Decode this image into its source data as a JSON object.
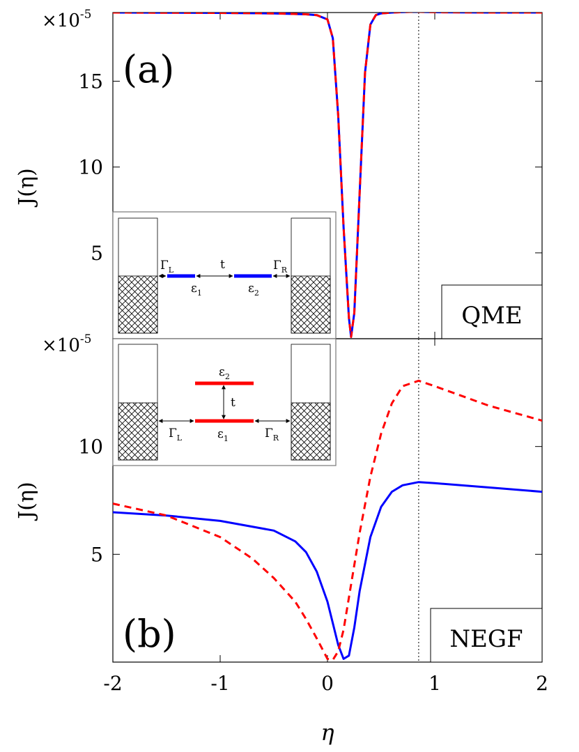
{
  "chart_data": [
    {
      "panel": "(a)",
      "type": "line",
      "ylabel": "J(η)",
      "y_exponent": "×10",
      "y_exponent_power": "-5",
      "yticks": [
        "5",
        "10",
        "15"
      ],
      "ylim": [
        0,
        19
      ],
      "xlim": [
        -2,
        2
      ],
      "label": "QME",
      "series": [
        {
          "color": "#0000ff",
          "style": "solid",
          "x": [
            -2,
            -1,
            -0.5,
            -0.2,
            -0.1,
            0,
            0.05,
            0.1,
            0.15,
            0.2,
            0.22,
            0.25,
            0.3,
            0.35,
            0.4,
            0.45,
            0.5,
            0.6,
            0.8,
            1,
            1.5,
            2
          ],
          "y": [
            19,
            18.98,
            18.95,
            18.9,
            18.85,
            18.6,
            17.5,
            13.0,
            6.5,
            1.2,
            0.1,
            1.5,
            8.5,
            15.5,
            18.3,
            18.85,
            18.95,
            19.0,
            19.05,
            19.02,
            19.0,
            19.0
          ]
        },
        {
          "color": "#ff0000",
          "style": "dashed",
          "x": [
            -2,
            -1,
            -0.5,
            -0.2,
            -0.1,
            0,
            0.05,
            0.1,
            0.15,
            0.2,
            0.22,
            0.25,
            0.3,
            0.35,
            0.4,
            0.45,
            0.5,
            0.6,
            0.8,
            1,
            1.5,
            2
          ],
          "y": [
            19,
            18.98,
            18.95,
            18.9,
            18.85,
            18.6,
            17.5,
            13.0,
            6.5,
            1.2,
            0.1,
            1.5,
            8.5,
            15.5,
            18.3,
            18.85,
            18.95,
            19.0,
            19.05,
            19.02,
            19.0,
            19.0
          ]
        }
      ]
    },
    {
      "panel": "(b)",
      "type": "line",
      "ylabel": "J(η)",
      "xlabel": "η",
      "y_exponent": "×10",
      "y_exponent_power": "-5",
      "xticks": [
        "-2",
        "-1",
        "0",
        "1",
        "2"
      ],
      "yticks": [
        "5",
        "10"
      ],
      "ylim": [
        0,
        15
      ],
      "xlim": [
        -2,
        2
      ],
      "label": "NEGF",
      "series": [
        {
          "color": "#0000ff",
          "style": "solid",
          "x": [
            -2,
            -1.5,
            -1,
            -0.5,
            -0.3,
            -0.2,
            -0.1,
            0,
            0.05,
            0.1,
            0.15,
            0.2,
            0.25,
            0.3,
            0.4,
            0.5,
            0.6,
            0.7,
            0.85,
            1,
            1.5,
            2
          ],
          "y": [
            6.95,
            6.8,
            6.55,
            6.1,
            5.6,
            5.1,
            4.2,
            2.8,
            1.8,
            0.8,
            0.15,
            0.3,
            1.6,
            3.3,
            5.8,
            7.2,
            7.9,
            8.2,
            8.35,
            8.3,
            8.1,
            7.9
          ]
        },
        {
          "color": "#ff0000",
          "style": "dashed",
          "x": [
            -2,
            -1.5,
            -1,
            -0.7,
            -0.5,
            -0.3,
            -0.2,
            -0.1,
            0,
            0.05,
            0.1,
            0.15,
            0.2,
            0.3,
            0.4,
            0.5,
            0.6,
            0.7,
            0.85,
            1,
            1.5,
            2
          ],
          "y": [
            7.35,
            6.8,
            5.8,
            4.8,
            3.9,
            2.8,
            2.0,
            1.1,
            0.15,
            0.1,
            0.5,
            1.5,
            3.0,
            6.0,
            8.6,
            10.6,
            12.0,
            12.8,
            13.05,
            12.8,
            11.9,
            11.2
          ]
        }
      ]
    }
  ],
  "reference_line": {
    "x": 0.85
  },
  "panel_a_label": "(a)",
  "panel_b_label": "(b)",
  "inset_a": {
    "gamma_l": "Γ",
    "gamma_l_sub": "L",
    "t": "t",
    "gamma_r": "Γ",
    "gamma_r_sub": "R",
    "eps1": "ε",
    "eps1_sub": "1",
    "eps2": "ε",
    "eps2_sub": "2"
  },
  "inset_b": {
    "gamma_l": "Γ",
    "gamma_l_sub": "L",
    "t": "t",
    "gamma_r": "Γ",
    "gamma_r_sub": "R",
    "eps1": "ε",
    "eps1_sub": "1",
    "eps2": "ε",
    "eps2_sub": "2"
  }
}
